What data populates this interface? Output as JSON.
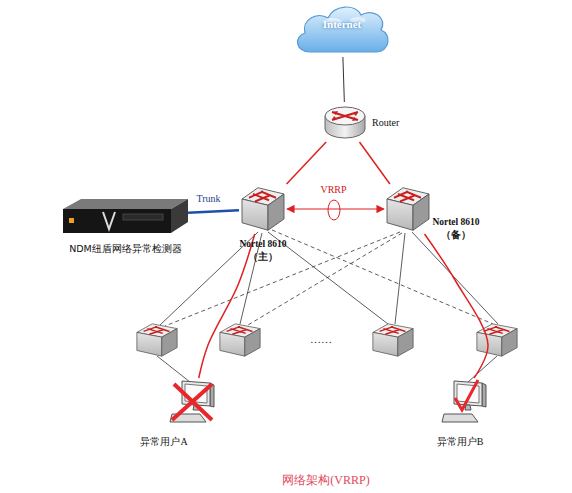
{
  "diagram": {
    "caption": "网络架构(VRRP)",
    "nodes": [
      {
        "text": [
          "Internet"
        ]
      },
      {
        "text": [
          "Router"
        ]
      },
      {
        "text": [
          "NDM纽盾网络异常检测器"
        ]
      },
      {
        "text": [
          "Nortel 8610 （主）"
        ]
      },
      {
        "text": [
          "Nortel 8610 （备）"
        ]
      },
      {
        "text": [
          "异常用户A"
        ]
      },
      {
        "text": [
          "异常用户B"
        ]
      }
    ],
    "edges": [
      {
        "from": 0,
        "to": 1,
        "arrow": "none"
      },
      {
        "from": 1,
        "to": 3,
        "arrow": "none"
      },
      {
        "from": 1,
        "to": 4,
        "arrow": "none"
      },
      {
        "from": 2,
        "to": 3,
        "label": "Trunk",
        "arrow": "none"
      },
      {
        "from": 3,
        "to": 4,
        "label": "VRRP",
        "arrow": "both"
      },
      {
        "from": 3,
        "to": 5,
        "arrow": "none"
      },
      {
        "from": 4,
        "to": 6,
        "arrow": "none"
      }
    ],
    "labels": [
      "……"
    ]
  }
}
